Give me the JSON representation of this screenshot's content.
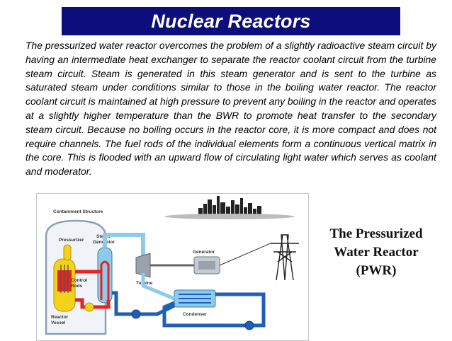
{
  "slide": {
    "title": "Nuclear Reactors",
    "body": "The pressurized water reactor overcomes the problem of a slightly radioactive steam circuit by having an intermediate heat exchanger to separate the reactor coolant circuit from the turbine steam circuit. Steam is generated in this steam generator and is sent to the turbine as saturated steam under conditions similar to those in the boiling water reactor. The reactor coolant circuit is maintained at high pressure to prevent any boiling in the reactor and operates at a slightly higher temperature than the BWR to promote heat transfer to the secondary steam circuit. Because no boiling occurs in the reactor core, it is more compact and does not require channels. The fuel rods of the individual elements form a continuous vertical matrix in the core. This is flooded with an upward flow of circulating light water which serves as coolant and moderator."
  },
  "diagram": {
    "labels": {
      "containment": "Containment Structure",
      "pressurizer": "Pressurizer",
      "steam": "Steam",
      "generator_sg": "Generator",
      "generator": "Generator",
      "turbine": "Turbine",
      "control": "Control",
      "rods": "Rods",
      "reactor": "Reactor",
      "vessel": "Vessel",
      "condenser": "Condenser"
    }
  },
  "caption": {
    "line1": "The Pressurized",
    "line2": "Water Reactor",
    "line3": "(PWR)"
  },
  "colors": {
    "title_bg": "#0d0e7c",
    "hot_loop": "#e8241c",
    "steam_loop": "#8ecbea",
    "cool_water": "#1f5fb8",
    "vessel_fill": "#f5d21a"
  }
}
